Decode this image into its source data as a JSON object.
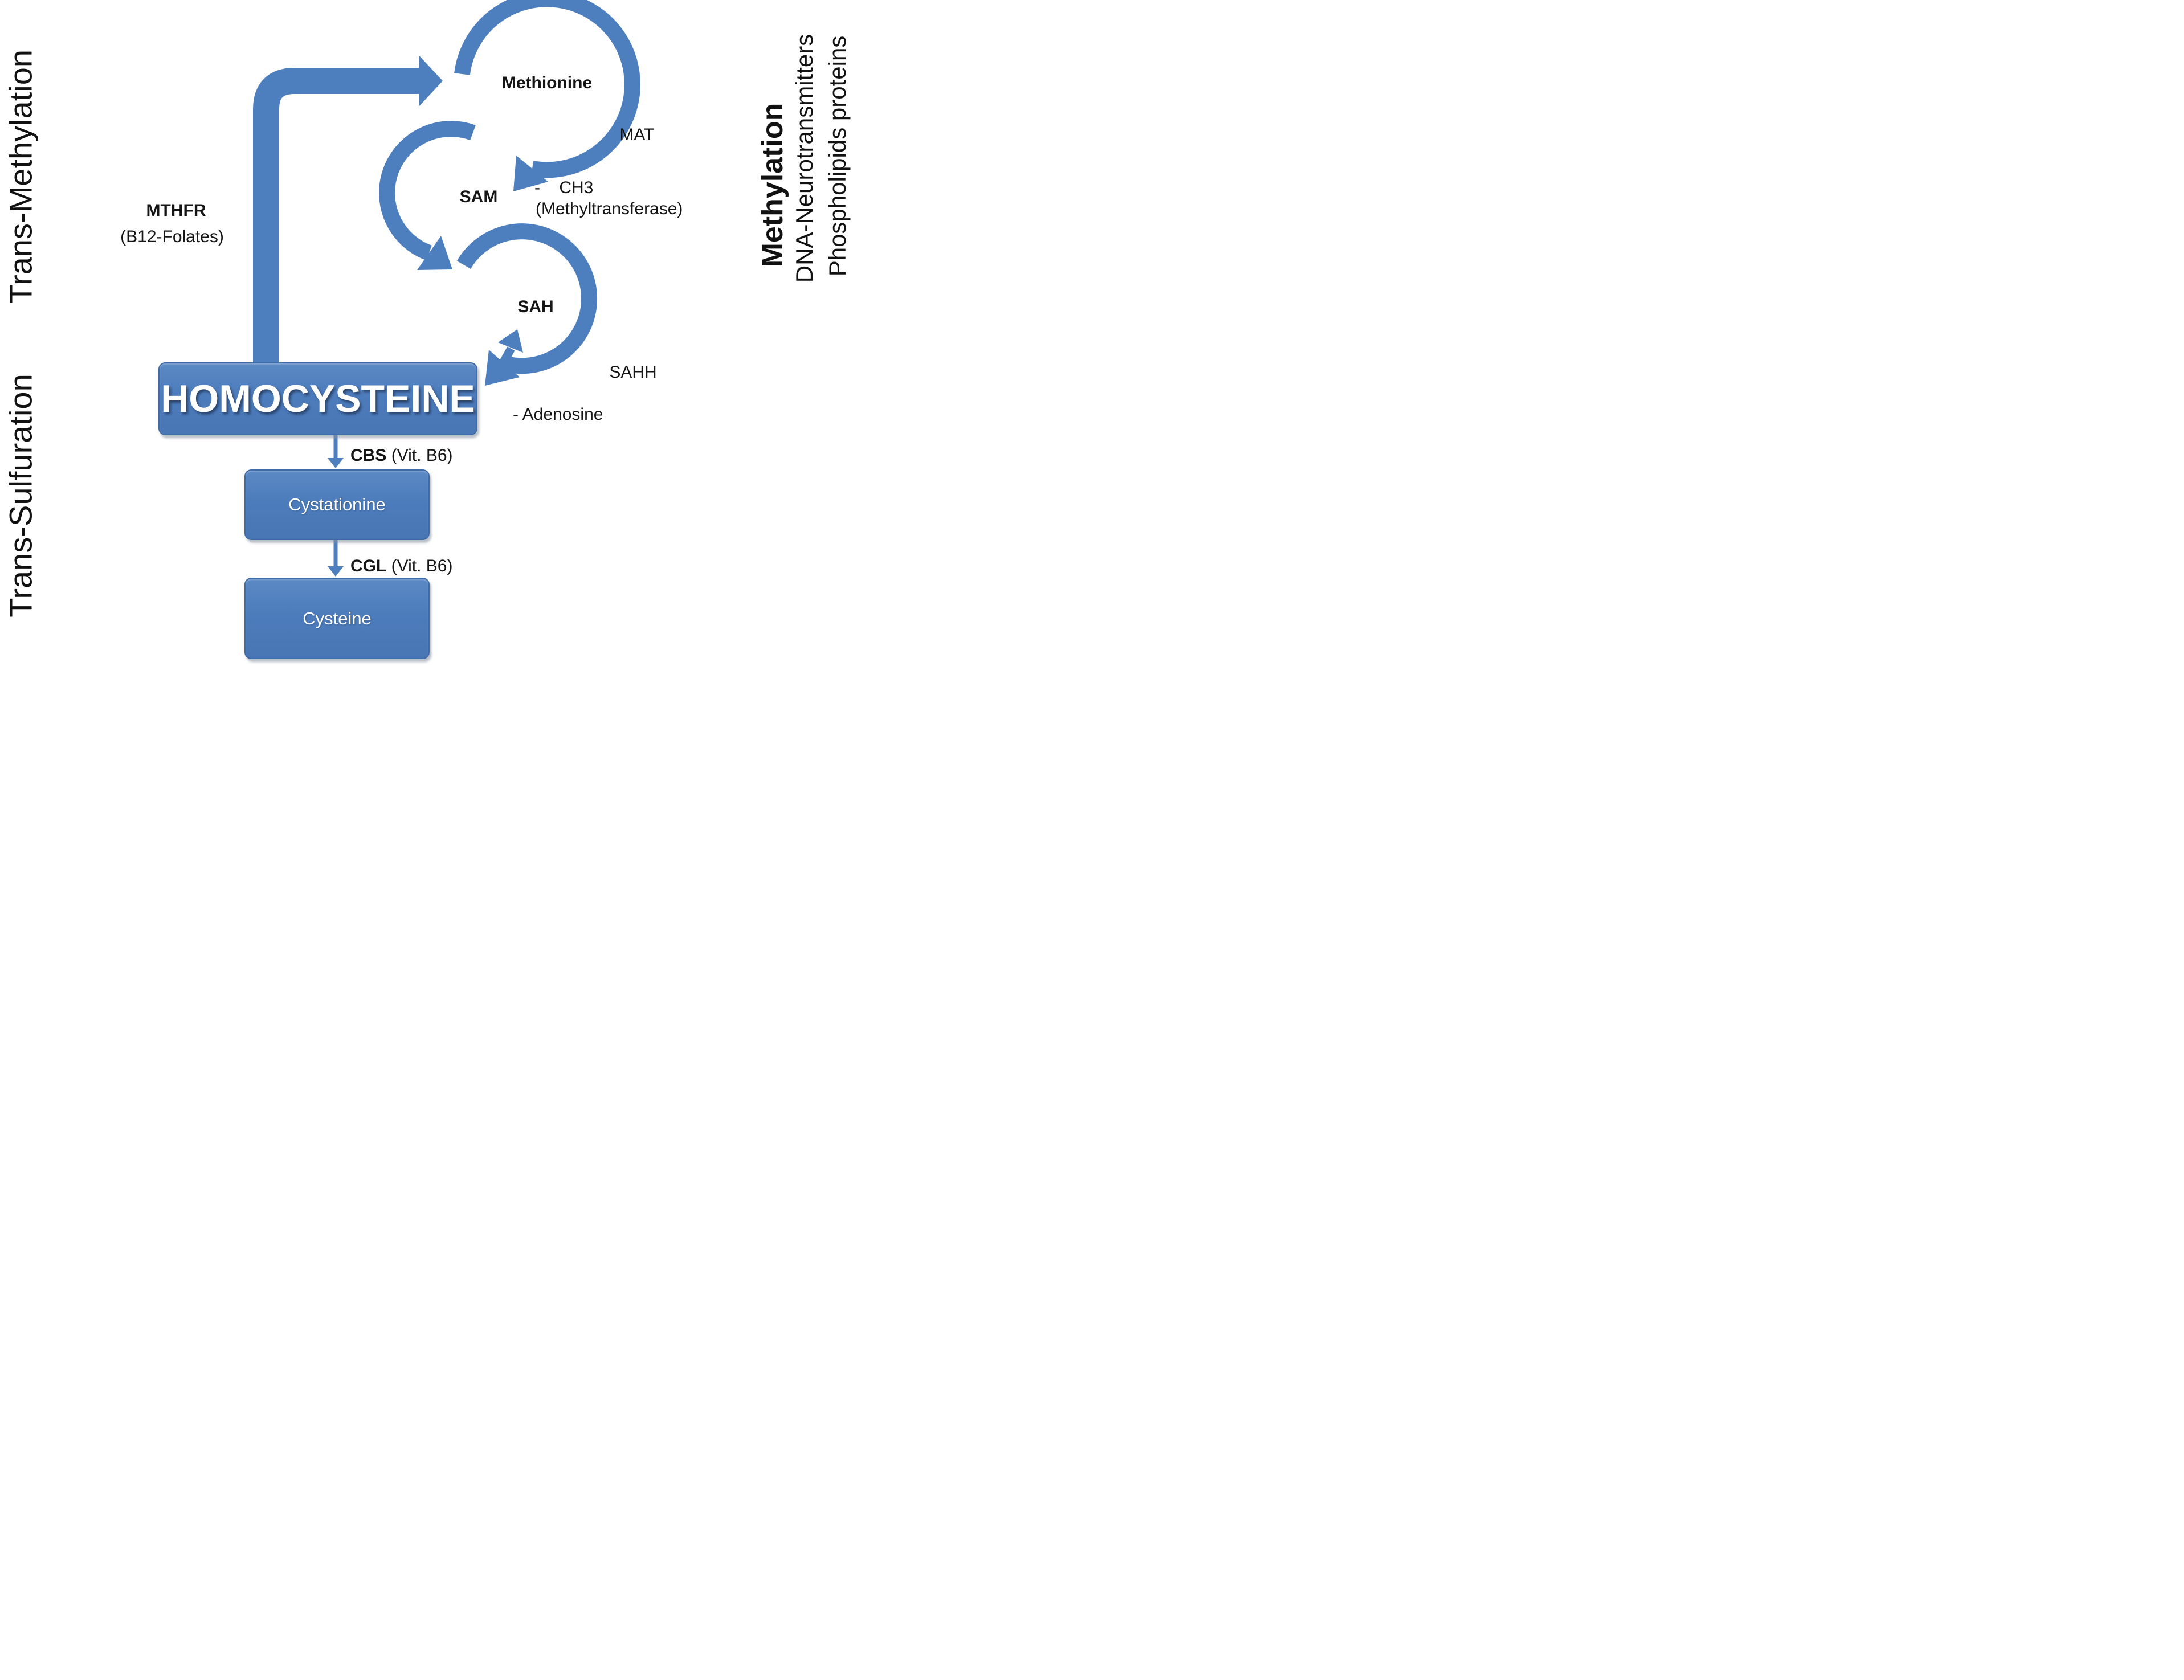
{
  "diagram": {
    "left_labels": {
      "trans_methylation": "Trans-Methylation",
      "trans_sulfuration": "Trans-Sulfuration"
    },
    "right_labels": {
      "methylation": "Methylation",
      "dna_neurotransmitters": "DNA-Neurotransmitters",
      "phospholipids_proteins": "Phospholipids proteins"
    },
    "nodes": {
      "methionine": "Methionine",
      "sam": "SAM",
      "sah": "SAH",
      "homocysteine": "HOMOCYSTEINE",
      "cystationine": "Cystationine",
      "cysteine": "Cysteine"
    },
    "labels": {
      "mat": "MAT",
      "ch3": "-    CH3",
      "methyltransferase": "(Methyltransferase)",
      "mthfr": "MTHFR",
      "mthfr_cofactor": "(B12-Folates)",
      "sahh": "SAHH",
      "adenosine": "- Adenosine",
      "cbs": "CBS",
      "cbs_cofactor": "(Vit. B6)",
      "cgl": "CGL",
      "cgl_cofactor": "(Vit. B6)"
    },
    "colors": {
      "arrow_blue": "#4d7ebd",
      "box_fill": "#4d7cbc",
      "box_border": "#3f6ba6",
      "text": "#151515"
    }
  }
}
